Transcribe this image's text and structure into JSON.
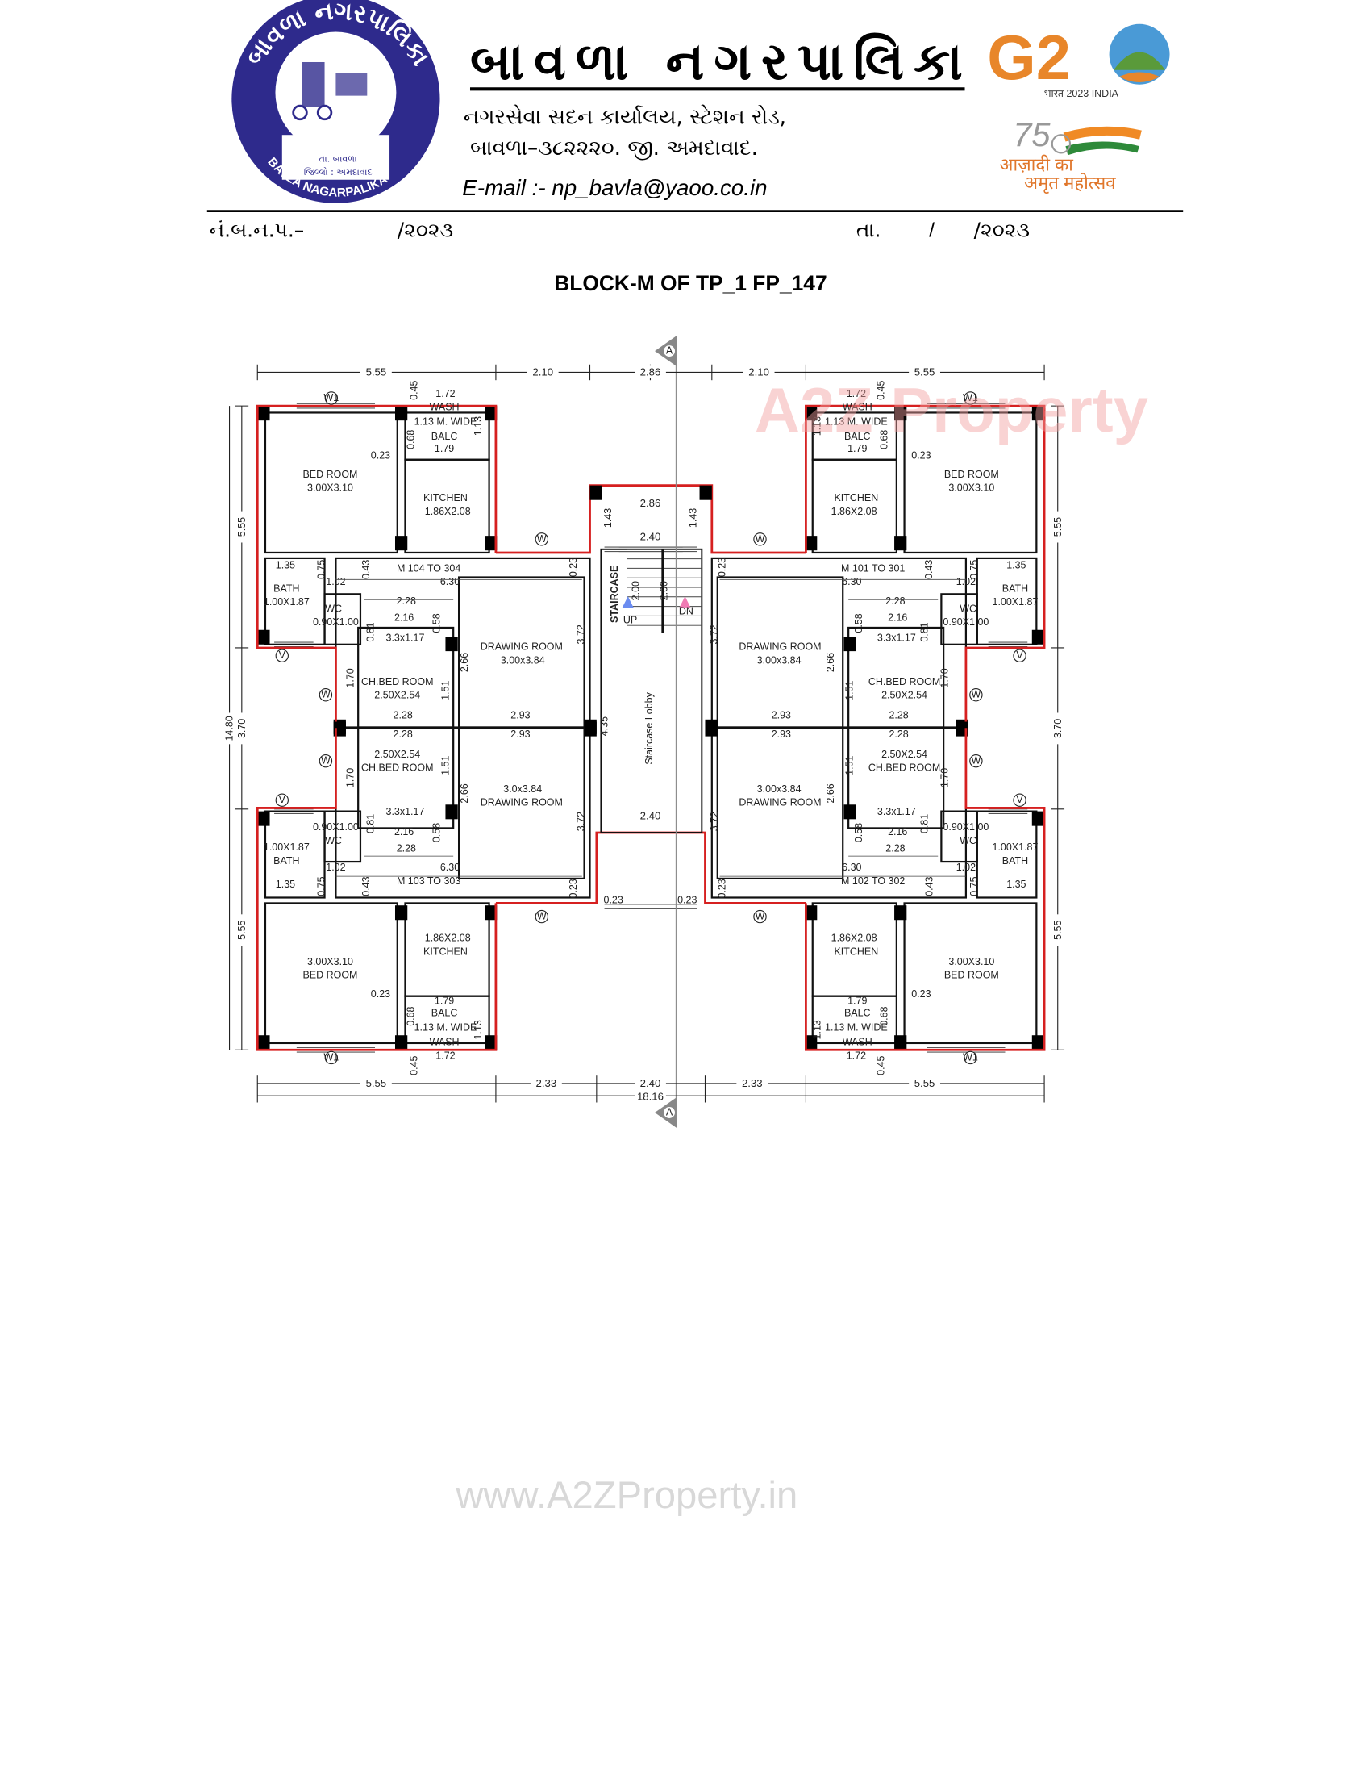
{
  "header": {
    "logo_text_top": "બાવળા નગરપાલિકા",
    "logo_text_en": "BAVLA NAGARPALIKA",
    "logo_taluka": "તા. બાવળા",
    "logo_district": "જિલ્લો : અમદાવાદ",
    "title": "બાવળા નગરપાલિકા",
    "address_line1": "નગરસેવા સદન કાર્યાલય, સ્ટેશન રોડ,",
    "address_line2": "બાવળા–૩૮૨૨૨૦. જી. અમદાવાદ.",
    "email": "E-mail :- np_bavla@yaoo.co.in",
    "g20_logo": "G20",
    "g20_sub": "भारत 2023 INDIA",
    "azadi_num": "75",
    "azadi_line1": "आज़ादी का",
    "azadi_line2": "अमृत महोत्सव",
    "logo_color": "#2e2a8c"
  },
  "ref": {
    "number_label": "નં.બ.ન.પ.–",
    "number_year": "/૨૦૨૩",
    "date_label": "તા.",
    "date_sep": "/",
    "date_year": "/૨૦૨૩"
  },
  "doc_title": "BLOCK-M OF TP_1 FP_147",
  "plan": {
    "section_marker": "A",
    "unit_labels": {
      "bed_room": "BED ROOM",
      "bed_room_size": "3.00X3.10",
      "wash": "WASH",
      "balc_width": "1.13 M. WIDE",
      "balc": "BALC",
      "kitchen": "KITCHEN",
      "kitchen_size": "1.86X2.08",
      "bath": "BATH",
      "bath_size": "1.00X1.87",
      "wc": "WC",
      "wc_size": "0.90X1.00",
      "passage_size": "3.3x1.17",
      "ch_bed_room": "CH.BED ROOM",
      "ch_bed_room_size": "2.50X2.54",
      "drawing_room": "DRAWING ROOM",
      "window_w1": "W1",
      "window_w": "W",
      "vent": "V"
    },
    "unit_dims": {
      "d172": "1.72",
      "d179": "1.79",
      "d023": "0.23",
      "d045": "0.45",
      "d068": "0.68",
      "d113": "1.13",
      "d630": "6.30",
      "d135": "1.35",
      "d102": "1.02",
      "d043": "0.43",
      "d075": "0.75",
      "d228": "2.28",
      "d216": "2.16",
      "d081": "0.81",
      "d058": "0.58",
      "d170": "1.70",
      "d151": "1.51",
      "d266": "2.66",
      "d228b": "2.28",
      "d293": "2.93",
      "d372": "3.72",
      "d023b": "0.23"
    },
    "units": [
      {
        "title": "M 104 TO 304",
        "drawing_room_size": "3.00x3.84"
      },
      {
        "title": "M 101 TO 301",
        "drawing_room_size": "3.00x3.84"
      },
      {
        "title": "M 103 TO 303",
        "drawing_room_size": "3.0x3.84"
      },
      {
        "title": "M 102 TO 302",
        "drawing_room_size": "3.00x3.84"
      }
    ],
    "staircase": {
      "label": "STAIRCASE",
      "lobby": "Staircase Lobby",
      "up": "UP",
      "dn": "DN",
      "w286": "2.86",
      "w240": "2.40",
      "h143": "1.43",
      "h200": "2.00",
      "h435": "4.35",
      "lobby_w": "2.40",
      "col_left": "0.23",
      "col_right": "0.23",
      "up_color": "#6b8cf0",
      "dn_color": "#f07ab4"
    },
    "top_dims": [
      "5.55",
      "2.10",
      "2.86",
      "2.10",
      "5.55"
    ],
    "bottom_dims": [
      "5.55",
      "2.33",
      "2.40",
      "2.33",
      "5.55"
    ],
    "overall_width": "18.16",
    "side_dims": [
      "5.55",
      "3.70",
      "5.55"
    ],
    "overall_height": "14.80",
    "wall_red": "#d62020"
  },
  "watermarks": {
    "top": "A2Z Property",
    "bottom": "www.A2ZProperty.in"
  }
}
